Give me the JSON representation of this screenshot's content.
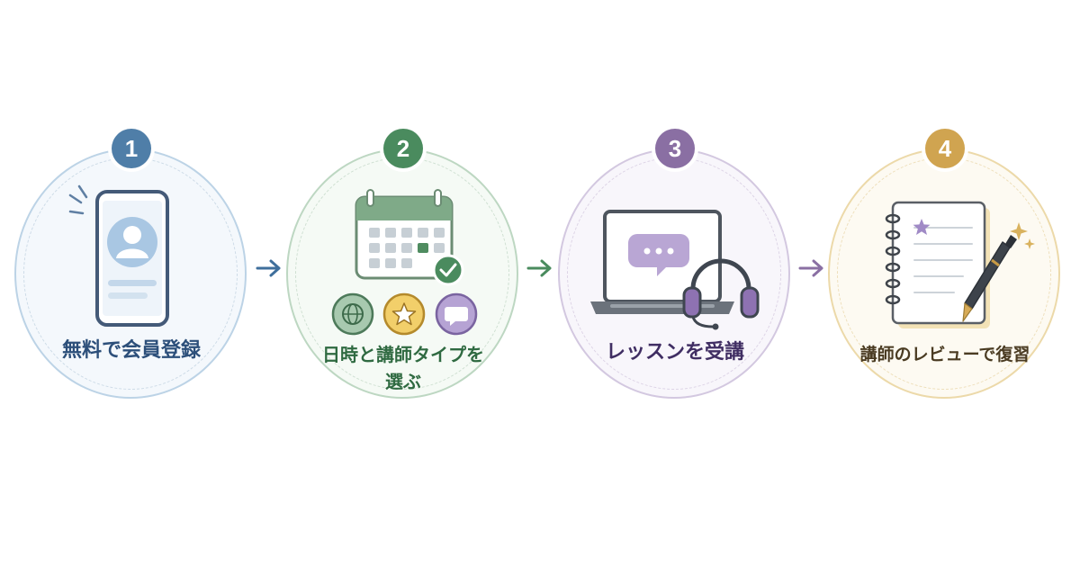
{
  "steps": [
    {
      "number": "1",
      "label": "無料で会員登録",
      "color": "#4f7ea8"
    },
    {
      "number": "2",
      "label_line1": "日時と講師タイプを",
      "label_line2": "選ぶ",
      "color": "#4a8b5e"
    },
    {
      "number": "3",
      "label": "レッスンを受講",
      "color": "#8a6fa3"
    },
    {
      "number": "4",
      "label": "講師のレビューで復習",
      "color": "#d0a450"
    }
  ],
  "icons": {
    "step1": [
      "smartphone-icon",
      "user-avatar-icon"
    ],
    "step2": [
      "calendar-icon",
      "check-icon",
      "globe-icon",
      "star-icon",
      "chat-bubble-icon"
    ],
    "step3": [
      "laptop-icon",
      "chat-bubble-icon",
      "headset-icon"
    ],
    "step4": [
      "notebook-icon",
      "pen-icon",
      "sparkle-icon"
    ]
  },
  "arrows": [
    "right-arrow-icon",
    "right-arrow-icon",
    "right-arrow-icon"
  ]
}
